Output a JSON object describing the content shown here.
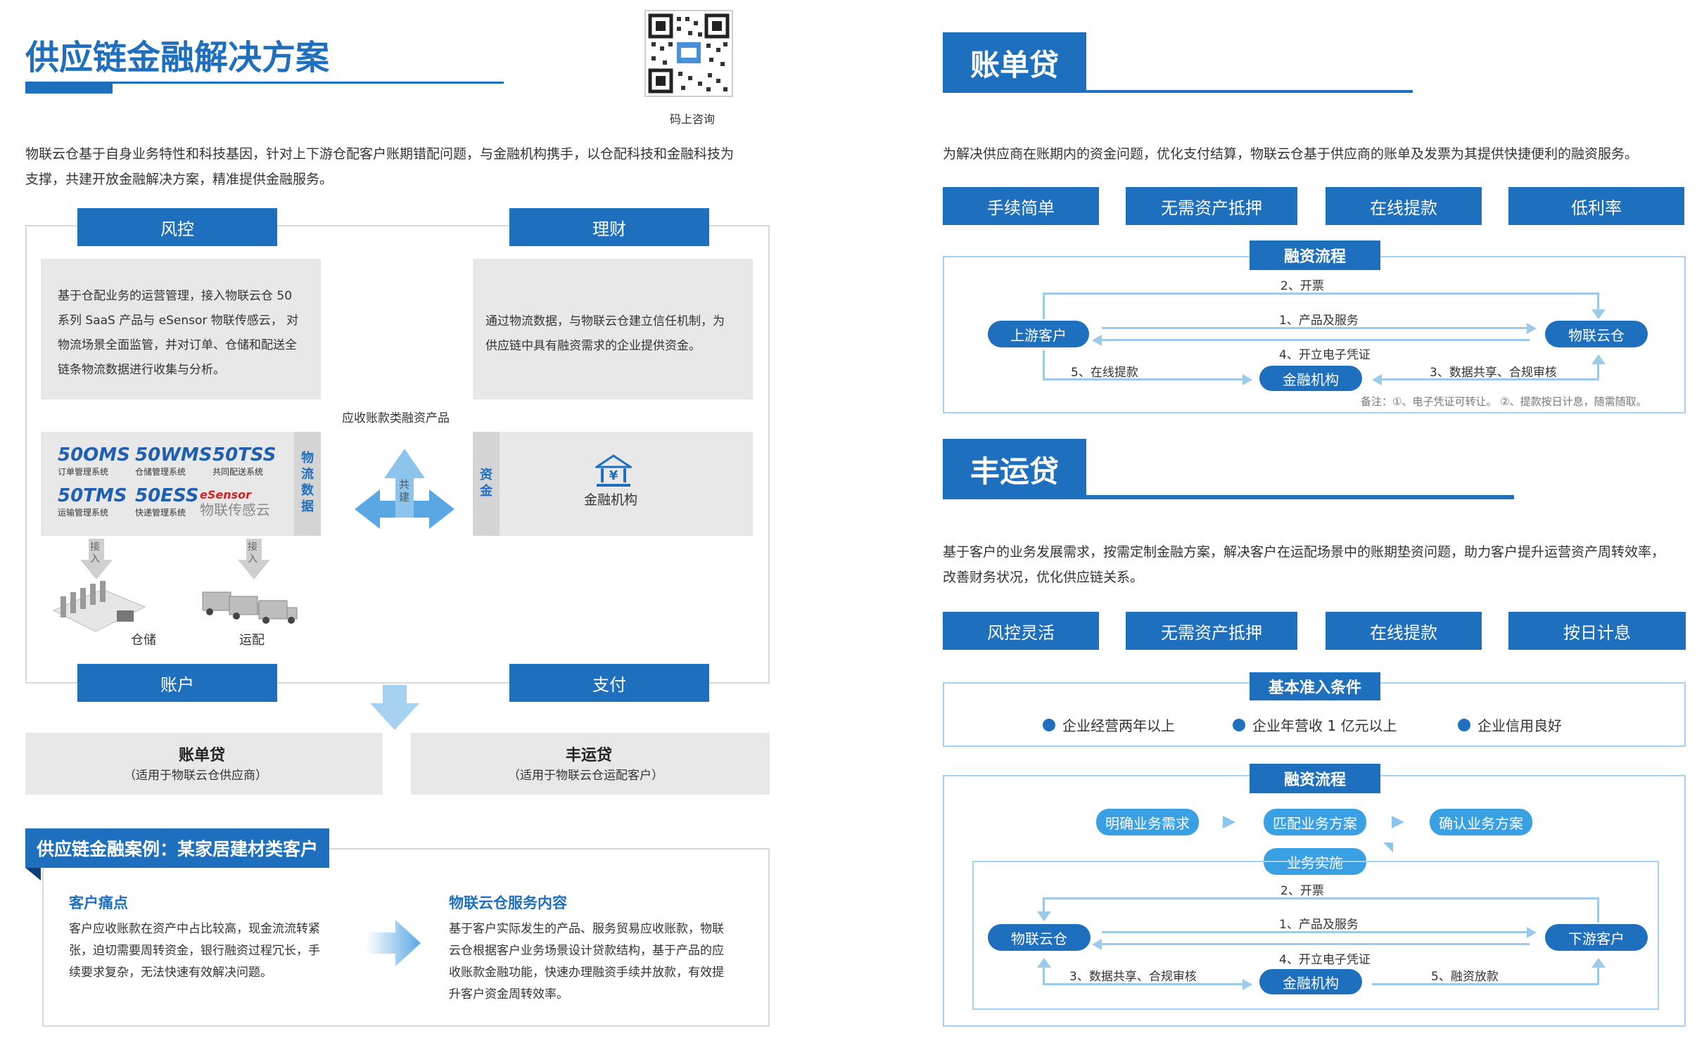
{
  "left": {
    "title": "供应链金融解决方案",
    "qr_caption": "码上咨询",
    "intro_line1": "物联云仓基于自身业务特性和科技基因，针对上下游仓配客户账期错配问题，与金融机构携手，以仓配科技和金融科技为",
    "intro_line2": "支撑，共建开放金融解决方案，精准提供金融服务。",
    "fengkong": "风控",
    "licai": "理财",
    "zhanghu": "账户",
    "zhifu": "支付",
    "fk_l1": "基于仓配业务的运营管理，接入物联云仓 50",
    "fk_l2": "系列 SaaS 产品与 eSensor 物联传感云， 对",
    "fk_l3": "物流场景全面监管，并对订单、仓储和配送全",
    "fk_l4": "链条物流数据进行收集与分析。",
    "lc_l1": "通过物流数据，与物联云仓建立信任机制，为",
    "lc_l2": "供应链中具有融资需求的企业提供资金。",
    "center_label": "应收账款类融资产品",
    "gongjian": "共建",
    "p1": "50OMS",
    "p1s": "订单管理系统",
    "p2": "50WMS",
    "p2s": "仓储管理系统",
    "p3": "50TSS",
    "p3s": "共同配送系统",
    "p4": "50TMS",
    "p4s": "运输管理系统",
    "p5": "50ESS",
    "p5s": "快递管理系统",
    "p6": "eSensor",
    "p6s": "物联传感云",
    "wuliu": "物流数据",
    "zijin": "资金",
    "jrjg": "金融机构",
    "jieru": "接入",
    "cangchu": "仓储",
    "yunpei": "运配",
    "prod1": "账单贷",
    "prod1s": "（适用于物联云仓供应商）",
    "prod2": "丰运贷",
    "prod2s": "（适用于物联云仓运配客户）",
    "case_title": "供应链金融案例：某家居建材类客户",
    "pain_title": "客户痛点",
    "pain_l1": "客户应收账款在资产中占比较高，现金流流转紧",
    "pain_l2": "张，迫切需要周转资金，银行融资过程冗长，手",
    "pain_l3": "续要求复杂，无法快速有效解决问题。",
    "svc_title": "物联云仓服务内容",
    "svc_l1": "基于客户实际发生的产品、服务贸易应收账款，物联",
    "svc_l2": "云仓根据客户业务场景设计贷款结构，基于产品的应",
    "svc_l3": "收账款金融功能，快速办理融资手续并放款，有效提",
    "svc_l4": "升客户资金周转效率。"
  },
  "right": {
    "zdd_title": "账单贷",
    "zdd_desc": "为解决供应商在账期内的资金问题，优化支付结算，物联云仓基于供应商的账单及发票为其提供快捷便利的融资服务。",
    "zdd_tags": [
      "手续简单",
      "无需资产抵押",
      "在线提款",
      "低利率"
    ],
    "flow_title": "融资流程",
    "f_up": "上游客户",
    "f_wl": "物联云仓",
    "f_jr": "金融机构",
    "s2": "2、开票",
    "s1": "1、产品及服务",
    "s4": "4、开立电子凭证",
    "s5": "5、在线提款",
    "s3": "3、数据共享、合规审核",
    "note": "备注：①、电子凭证可转让。 ②、提款按日计息，随需随取。",
    "fyd_title": "丰运贷",
    "fyd_l1": "基于客户的业务发展需求，按需定制金融方案，解决客户在运配场景中的账期垫资问题，助力客户提升运营资产周转效率，",
    "fyd_l2": "改善财务状况，优化供应链关系。",
    "fyd_tags": [
      "风控灵活",
      "无需资产抵押",
      "在线提款",
      "按日计息"
    ],
    "cond_title": "基本准入条件",
    "conds": [
      "企业经营两年以上",
      "企业年营收 1 亿元以上",
      "企业信用良好"
    ],
    "flow2_title": "融资流程",
    "st1": "明确业务需求",
    "st2": "匹配业务方案",
    "st3": "确认业务方案",
    "st4": "业务实施",
    "g_wl": "物联云仓",
    "g_down": "下游客户",
    "g_jr": "金融机构",
    "g2": "2、开票",
    "g1": "1、产品及服务",
    "g4": "4、开立电子凭证",
    "g3": "3、数据共享、合规审核",
    "g5": "5、融资放款"
  }
}
